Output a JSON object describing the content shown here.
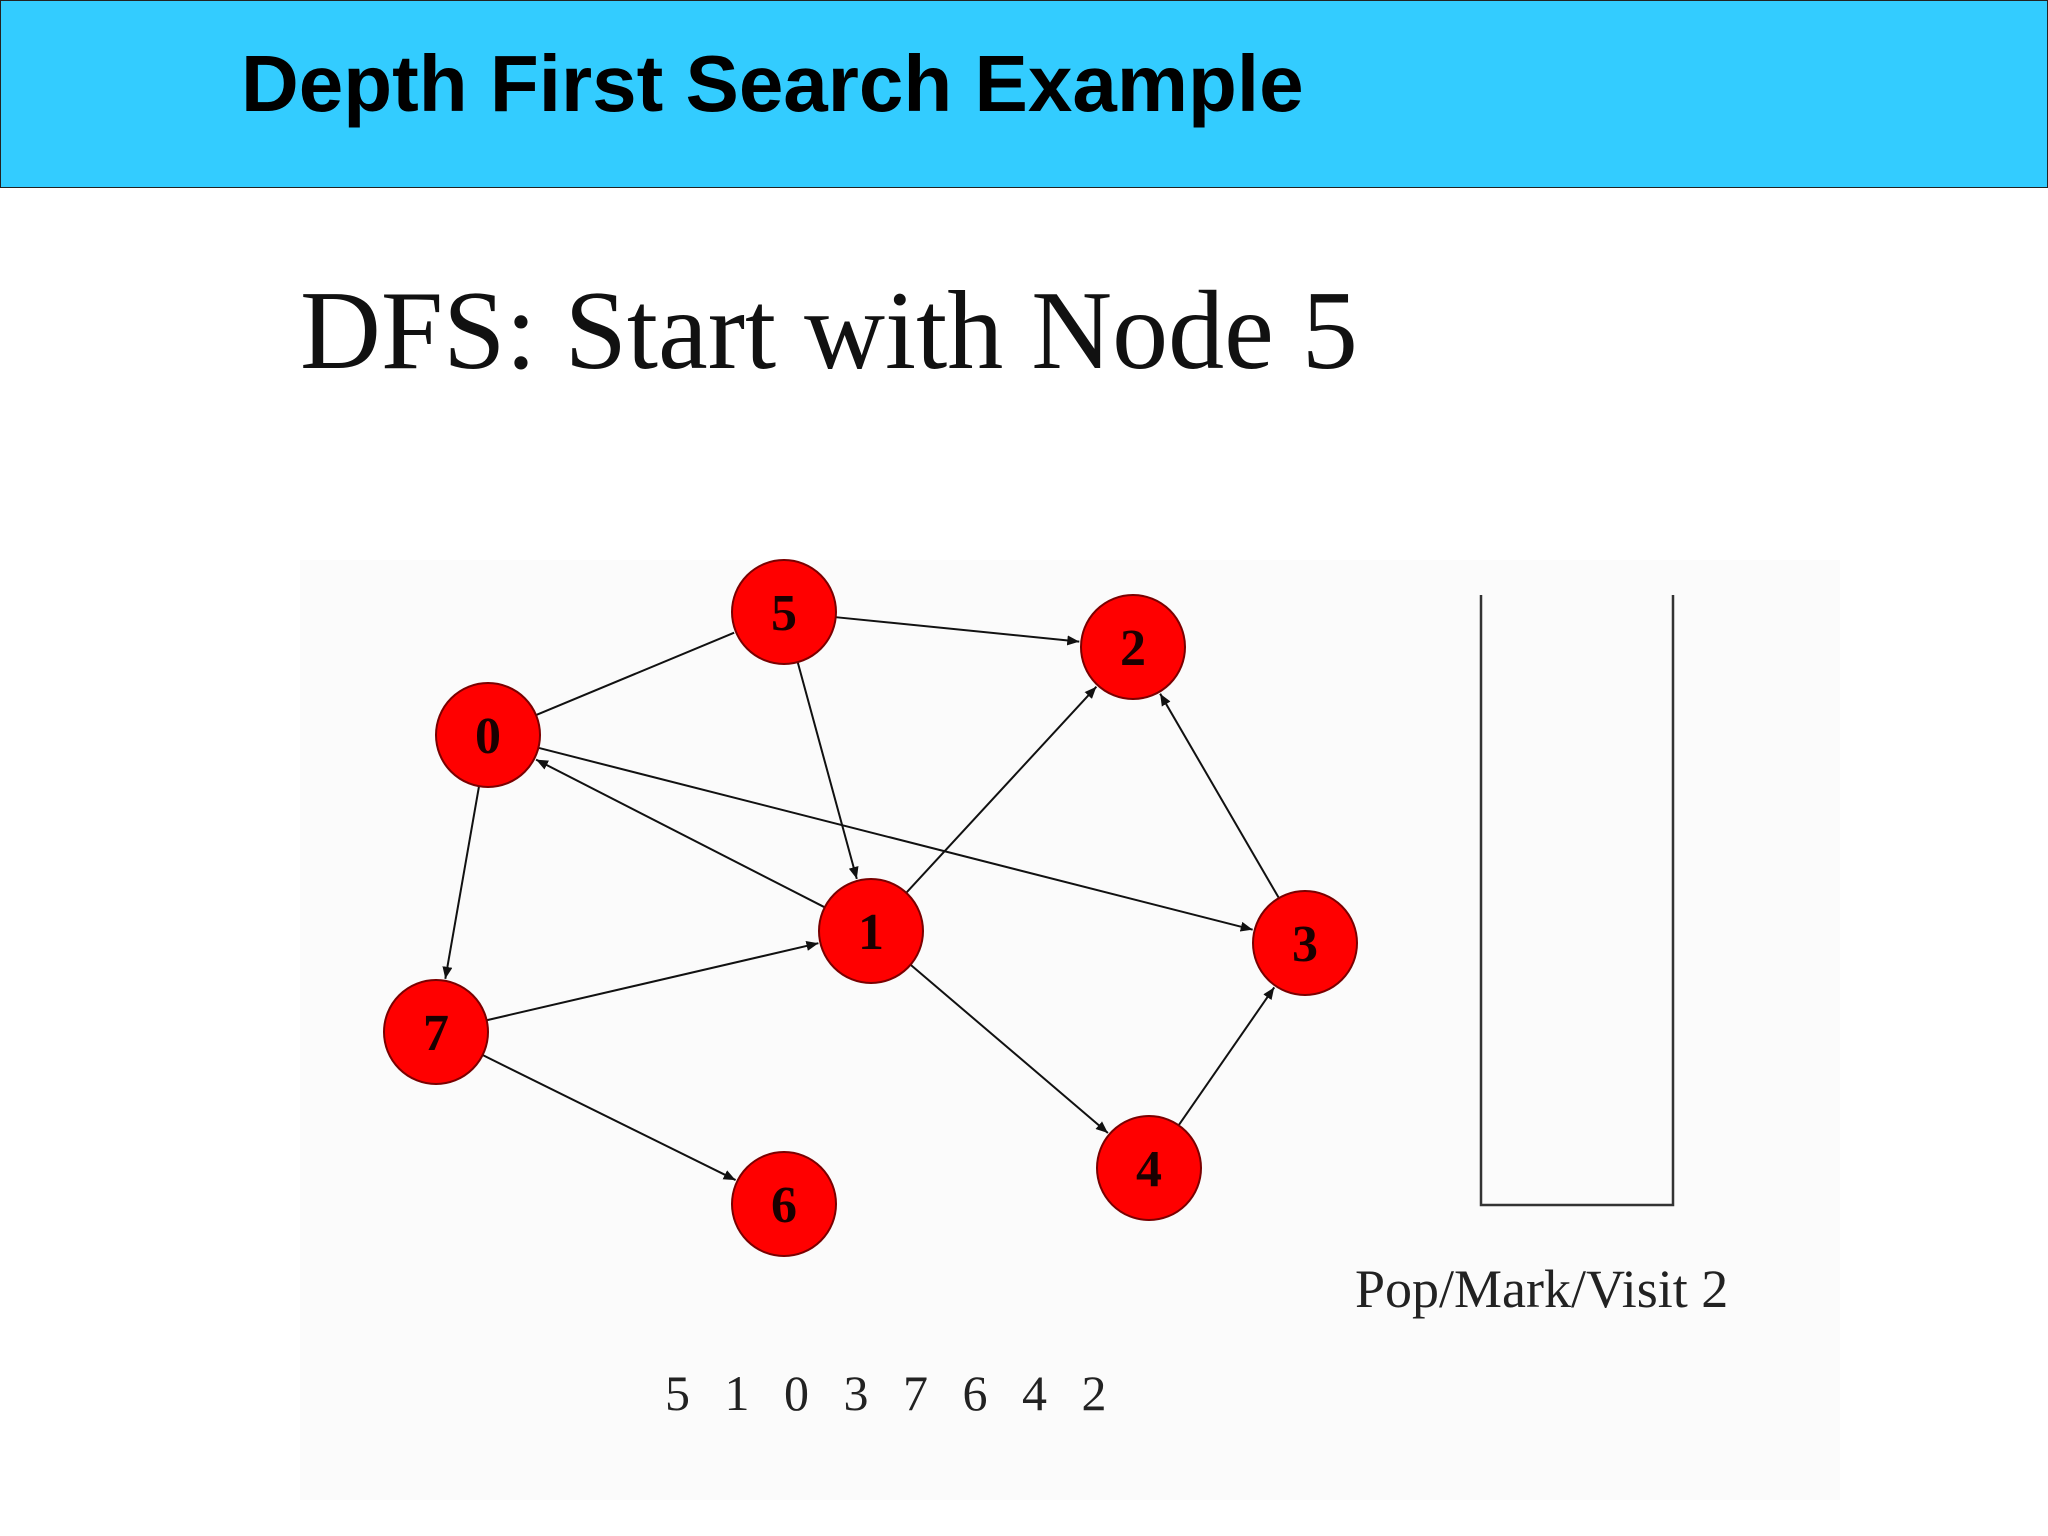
{
  "header": {
    "title": "Depth First Search Example"
  },
  "slide": {
    "subtitle": "DFS: Start with Node 5",
    "visit_order": "5 1 0 3 7 6 4 2",
    "current_action": "Pop/Mark/Visit 2"
  },
  "graph": {
    "node_color": "#ff0000",
    "nodes": [
      {
        "id": "5",
        "label": "5"
      },
      {
        "id": "2",
        "label": "2"
      },
      {
        "id": "0",
        "label": "0"
      },
      {
        "id": "1",
        "label": "1"
      },
      {
        "id": "3",
        "label": "3"
      },
      {
        "id": "7",
        "label": "7"
      },
      {
        "id": "4",
        "label": "4"
      },
      {
        "id": "6",
        "label": "6"
      }
    ],
    "edges": [
      {
        "from": "5",
        "to": "2",
        "directed": true
      },
      {
        "from": "5",
        "to": "1",
        "directed": true
      },
      {
        "from": "0",
        "to": "5",
        "directed": false
      },
      {
        "from": "1",
        "to": "0",
        "directed": true
      },
      {
        "from": "0",
        "to": "3",
        "directed": true
      },
      {
        "from": "0",
        "to": "7",
        "directed": true
      },
      {
        "from": "1",
        "to": "2",
        "directed": true
      },
      {
        "from": "3",
        "to": "2",
        "directed": true
      },
      {
        "from": "7",
        "to": "1",
        "directed": true
      },
      {
        "from": "1",
        "to": "4",
        "directed": true
      },
      {
        "from": "7",
        "to": "6",
        "directed": true
      },
      {
        "from": "4",
        "to": "3",
        "directed": true
      }
    ]
  },
  "stack": {
    "items": []
  }
}
